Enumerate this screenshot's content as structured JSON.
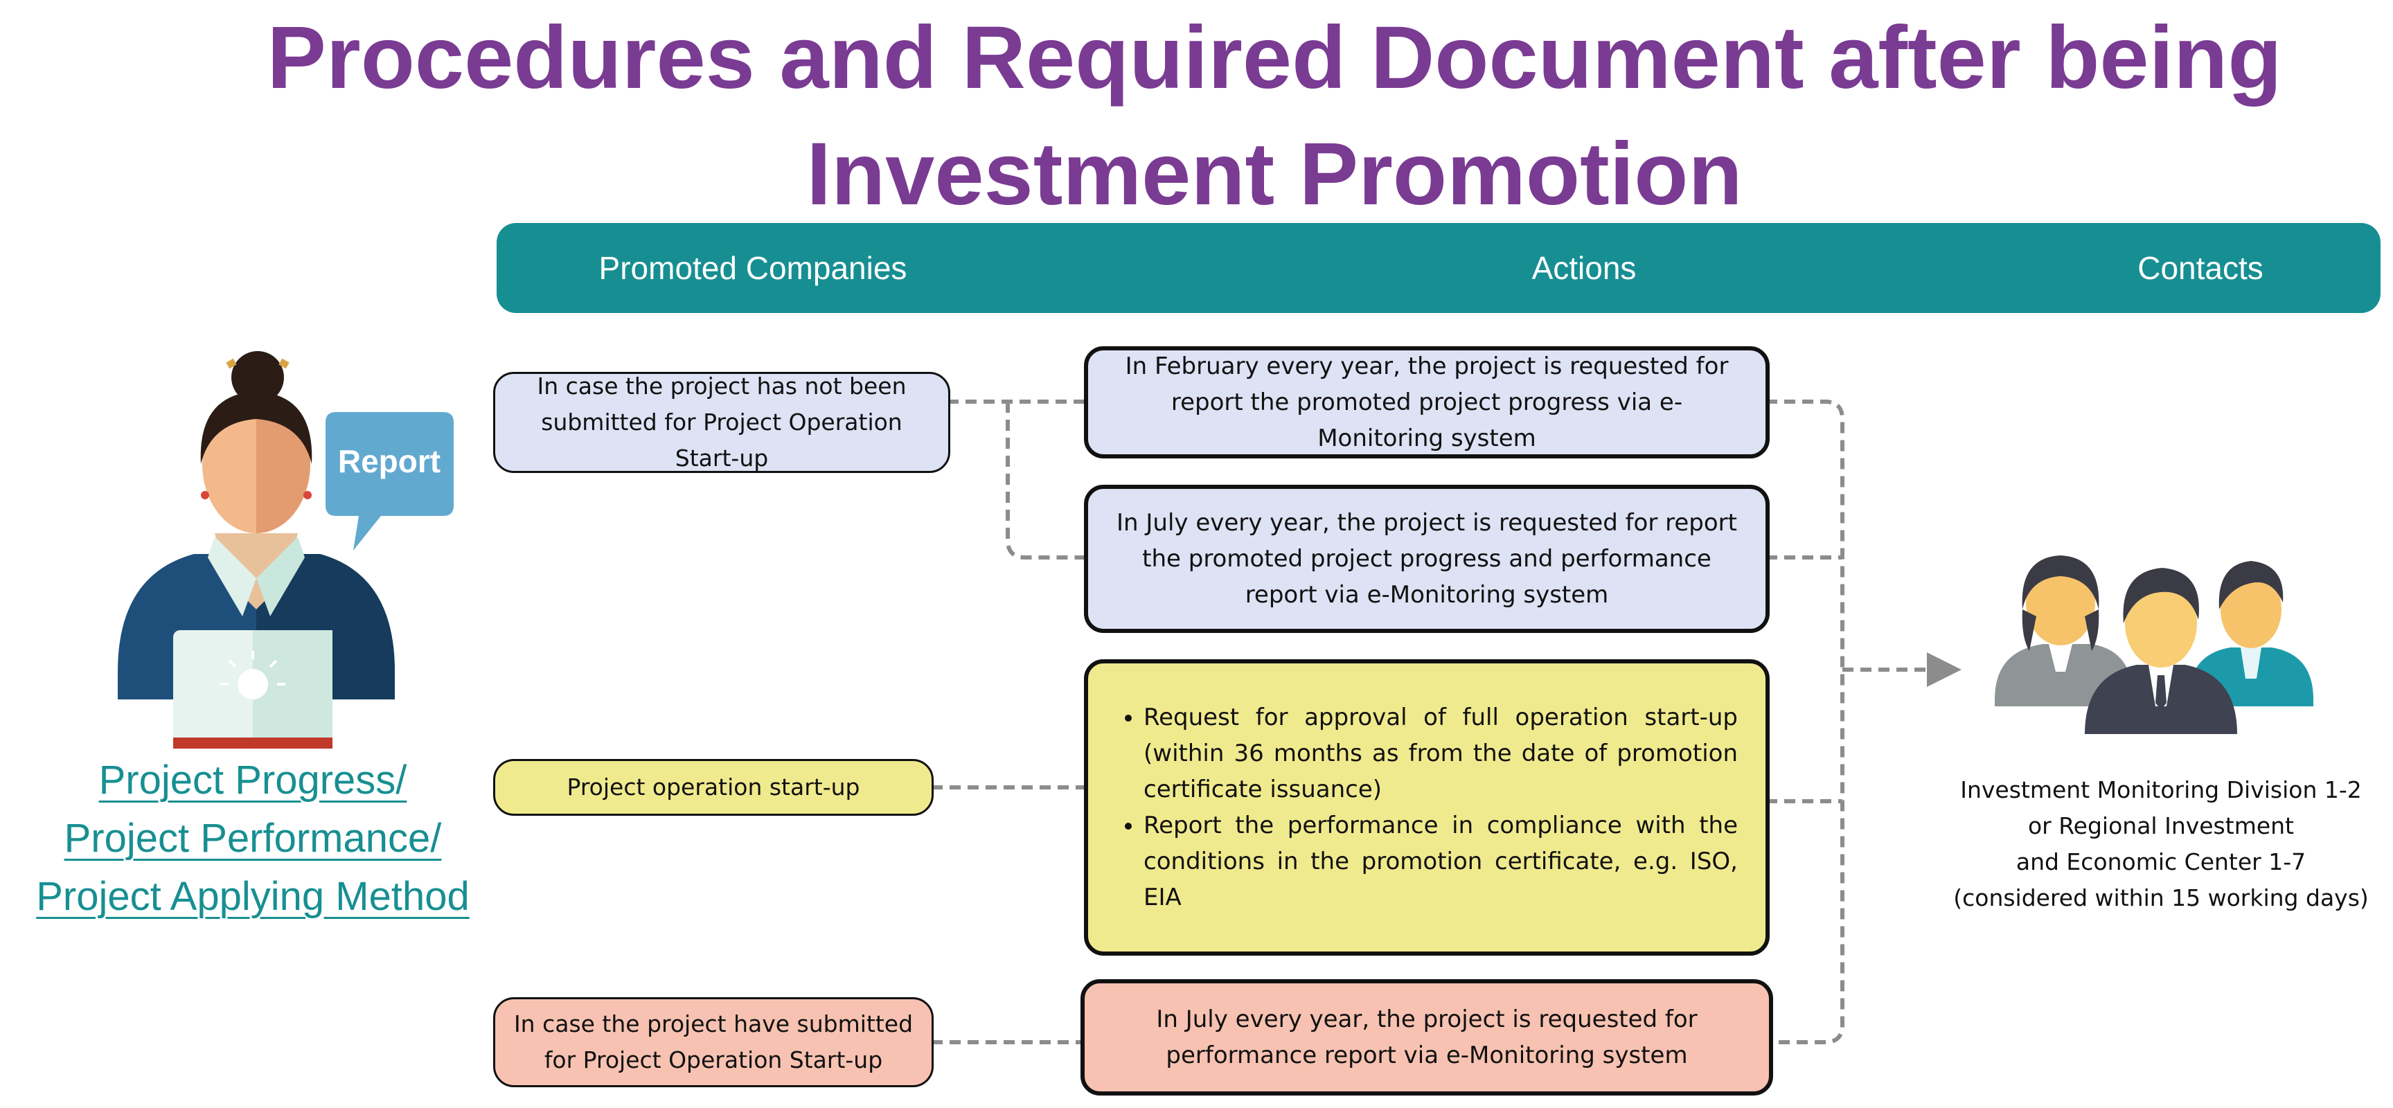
{
  "title": "Procedures and Required Document after being Investment Promotion",
  "headers": {
    "companies": "Promoted Companies",
    "actions": "Actions",
    "contacts": "Contacts"
  },
  "person": {
    "speech_bubble": "Report",
    "link_lines": [
      "Project Progress/",
      "Project Performance/",
      "Project Applying Method"
    ]
  },
  "companies": [
    {
      "text": "In case the project has not been submitted for Project Operation Start-up"
    },
    {
      "text": "Project operation start-up"
    },
    {
      "text": "In case the project have submitted for Project Operation Start-up"
    }
  ],
  "actions": [
    {
      "text": "In February every year, the project is requested for report the promoted project progress via e-Monitoring system"
    },
    {
      "text": "In July every year, the project is requested for report the promoted project progress and performance report via e-Monitoring system"
    },
    {
      "bullets": [
        "Request for approval of full operation start-up (within 36 months as from the date of promotion certificate issuance)",
        "Report the performance in compliance with the conditions in the promotion certificate, e.g. ISO, EIA"
      ]
    },
    {
      "text": "In July every year, the project is requested for performance report via e-Monitoring system"
    }
  ],
  "contacts": {
    "lines": [
      "Investment Monitoring Division 1-2",
      "or Regional Investment",
      "and Economic Center 1-7",
      "(considered within 15 working days)"
    ]
  },
  "colors": {
    "title": "#7a3b93",
    "header_bar": "#178f92",
    "lavender": "#dde2f4",
    "yellow": "#f0ea8e",
    "pink": "#f7c2b1",
    "connector": "#8c8c8c"
  }
}
